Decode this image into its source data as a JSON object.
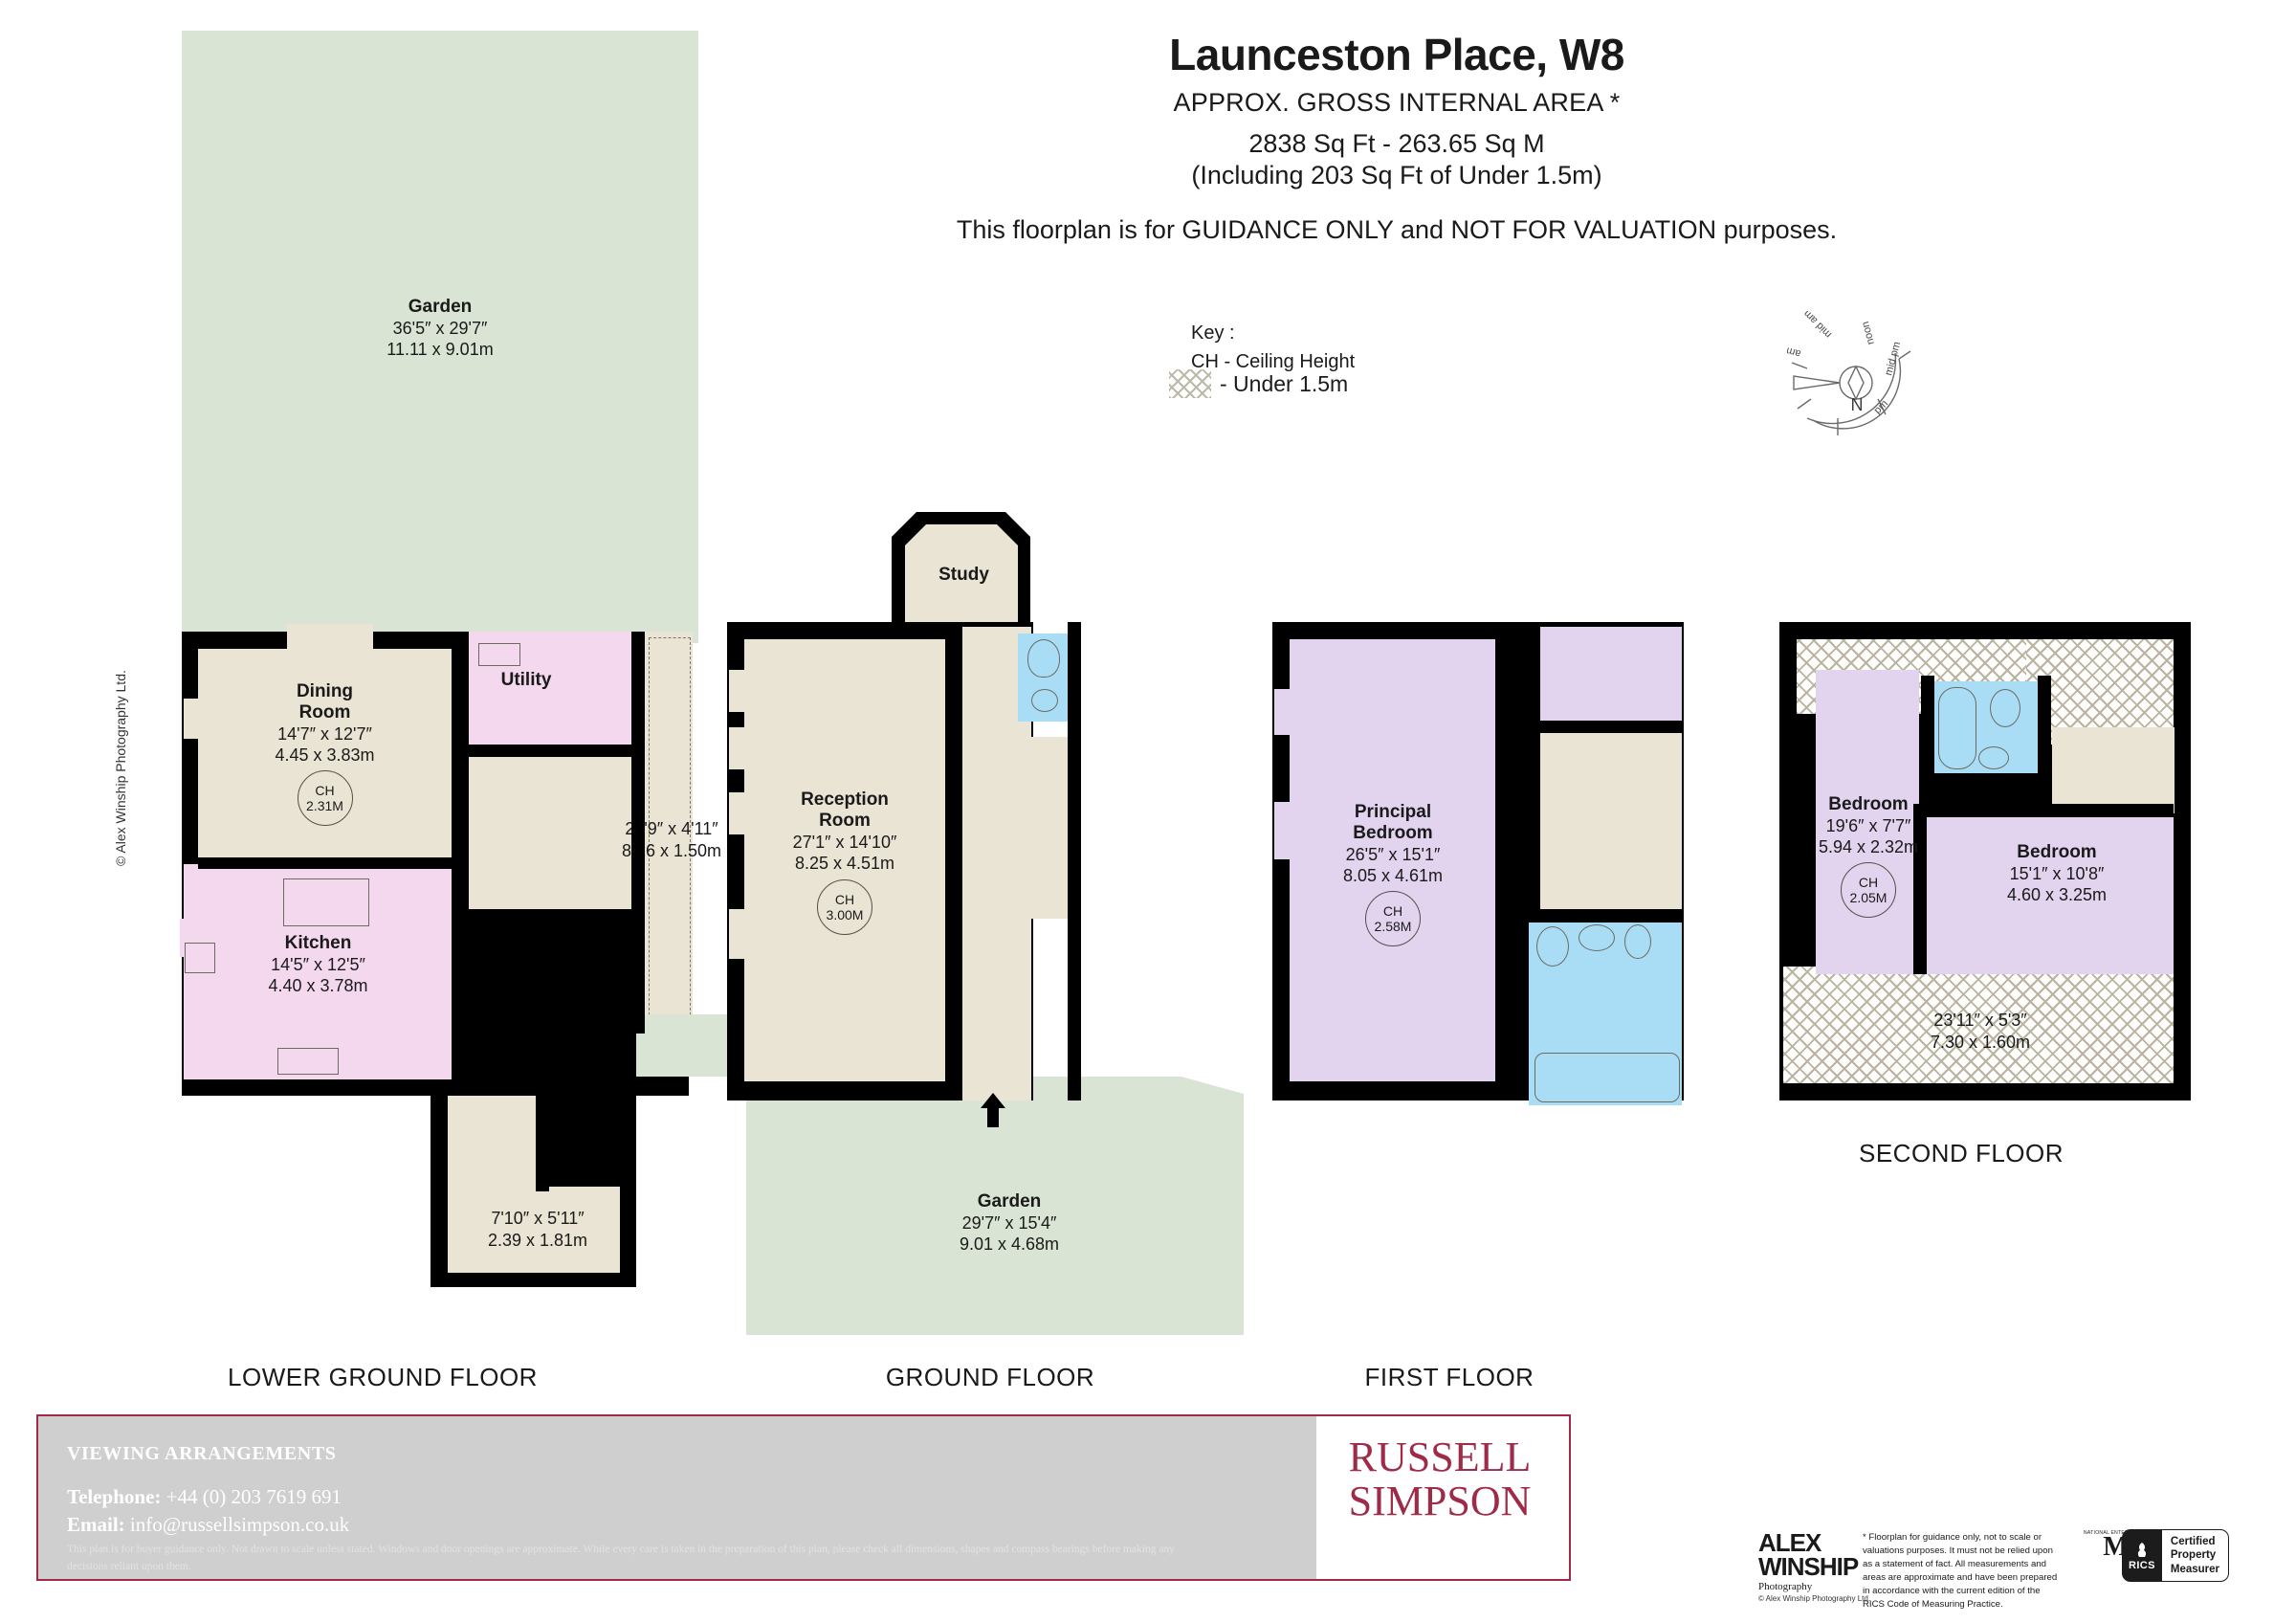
{
  "header": {
    "title": "Launceston Place, W8",
    "approx_area_label": "APPROX. GROSS INTERNAL  AREA *",
    "area_line": "2838 Sq Ft  -  263.65 Sq M",
    "area_note": "(Including 203 Sq Ft of Under 1.5m)",
    "guidance": "This floorplan is for GUIDANCE ONLY and NOT FOR VALUATION purposes."
  },
  "key": {
    "title": "Key :",
    "ch_line": "CH - Ceiling Height",
    "under_line": "- Under 1.5m",
    "swatch_icon": "hatch-swatch-icon"
  },
  "compass": {
    "north_letter": "N",
    "marks": [
      "am",
      "mid am",
      "noon",
      "mid pm",
      "pm"
    ],
    "icon": "compass-rose-icon"
  },
  "copyright_vertical": "© Alex Winship Photography Ltd.",
  "floors": [
    {
      "id": "lower-ground",
      "label": "LOWER GROUND FLOOR"
    },
    {
      "id": "ground",
      "label": "GROUND FLOOR"
    },
    {
      "id": "first",
      "label": "FIRST FLOOR"
    },
    {
      "id": "second",
      "label": "SECOND FLOOR"
    }
  ],
  "rooms": {
    "garden_lg": {
      "name": "Garden",
      "imperial": "36'5″ x 29'7″",
      "metric": "11.11 x 9.01m"
    },
    "dining": {
      "name": "Dining",
      "name2": "Room",
      "imperial": "14'7″ x 12'7″",
      "metric": "4.45 x 3.83m",
      "ch_label": "CH",
      "ch_value": "2.31M"
    },
    "kitchen": {
      "name": "Kitchen",
      "imperial": "14'5″ x 12'5″",
      "metric": "4.40 x 3.78m"
    },
    "utility": {
      "name": "Utility"
    },
    "side_passage": {
      "imperial": "26'9″ x 4'11″",
      "metric": "8.16 x 1.50m"
    },
    "rear_store": {
      "imperial": "7'10″ x 5'11″",
      "metric": "2.39 x 1.81m"
    },
    "study": {
      "name": "Study"
    },
    "reception": {
      "name": "Reception",
      "name2": "Room",
      "imperial": "27'1″ x 14'10″",
      "metric": "8.25 x 4.51m",
      "ch_label": "CH",
      "ch_value": "3.00M"
    },
    "garden_gf": {
      "name": "Garden",
      "imperial": "29'7″ x 15'4″",
      "metric": "9.01 x 4.68m"
    },
    "principal": {
      "name": "Principal",
      "name2": "Bedroom",
      "imperial": "26'5″ x 15'1″",
      "metric": "8.05 x 4.61m",
      "ch_label": "CH",
      "ch_value": "2.58M"
    },
    "bed_left": {
      "name": "Bedroom",
      "imperial": "19'6″ x 7'7″",
      "metric": "5.94 x 2.32m",
      "ch_label": "CH",
      "ch_value": "2.05M"
    },
    "bed_right": {
      "name": "Bedroom",
      "imperial": "15'1″ x 10'8″",
      "metric": "4.60 x 3.25m"
    },
    "eaves": {
      "imperial": "23'11″ x 5'3″",
      "metric": "7.30 x 1.60m"
    }
  },
  "footer": {
    "viewing_title": "VIEWING ARRANGEMENTS",
    "telephone_label": "Telephone:",
    "telephone_value": "+44 (0)  203 7619 691",
    "email_label": "Email:",
    "email_value": "info@russellsimpson.co.uk",
    "fine_print": "This plan is for buyer guidance only. Not drawn to scale unless stated. Windows and door openings are approximate. While every care is taken in the preparation of this plan, please check all dimensions, shapes and compass bearings before making any decisions reliant upon them.",
    "agent_line1": "RUSSELL",
    "agent_line2": "SIMPSON"
  },
  "logos": {
    "alex_winship_line1": "ALEX",
    "alex_winship_line2": "WINSHIP",
    "alex_winship_sub": "Photography",
    "alex_winship_copy": "© Alex Winship Photography Ltd.",
    "star_note": "* Floorplan for guidance only, not to scale or valuations purposes. It must not be relied upon as a statement of fact. All measurements and areas are approximate and have been prepared in accordance with the current edition of the RICS Code of Measuring Practice.",
    "me_top": "NATIONAL ENTERPRISES",
    "me_mark": "M",
    "rics_word": "RICS",
    "cpm_line1": "Certified",
    "cpm_line2": "Property",
    "cpm_line3": "Measurer"
  },
  "colors": {
    "accent": "#9e2b47",
    "wall": "#000000",
    "room_fill": "#e9e4d4",
    "kitchen_fill": "#f4d8ee",
    "bedroom_fill": "#e2d3ee",
    "bathroom_fill": "#a9ddf6",
    "garden_fill": "#d9e4d4"
  }
}
